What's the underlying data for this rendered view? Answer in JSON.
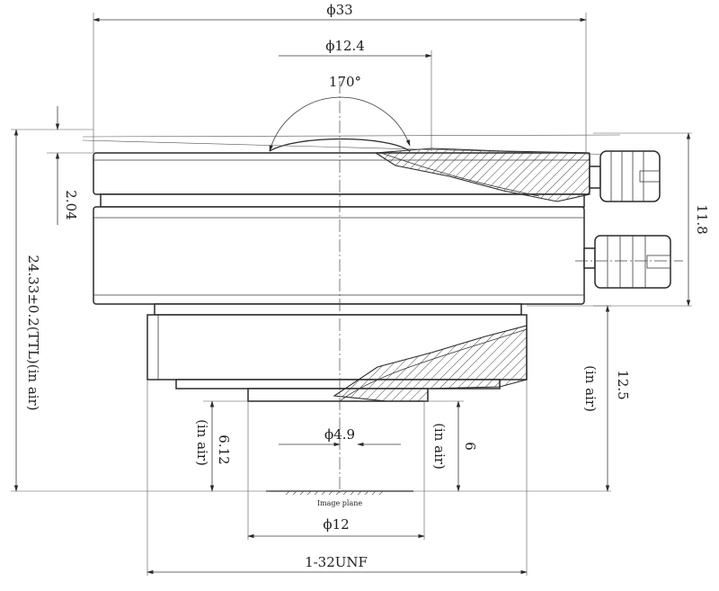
{
  "dimensions": {
    "outer_diameter": "ϕ33",
    "front_aperture": "ϕ12.4",
    "field_of_view": "170°",
    "flange_thickness": "2.04",
    "total_length": "24.33±0.2(TTL)(in air)",
    "body_height": "11.8",
    "back_focal_air": "12.5",
    "back_focal_air_note": "(in air)",
    "rear_aperture": "ϕ4.9",
    "flange_focal_left": "6.12",
    "flange_focal_left_note": "(in air)",
    "flange_focal_right": "6",
    "flange_focal_right_note": "(in air)",
    "image_circle": "ϕ12",
    "thread": "1-32UNF"
  },
  "labels": {
    "image_plane": "Image plane"
  }
}
